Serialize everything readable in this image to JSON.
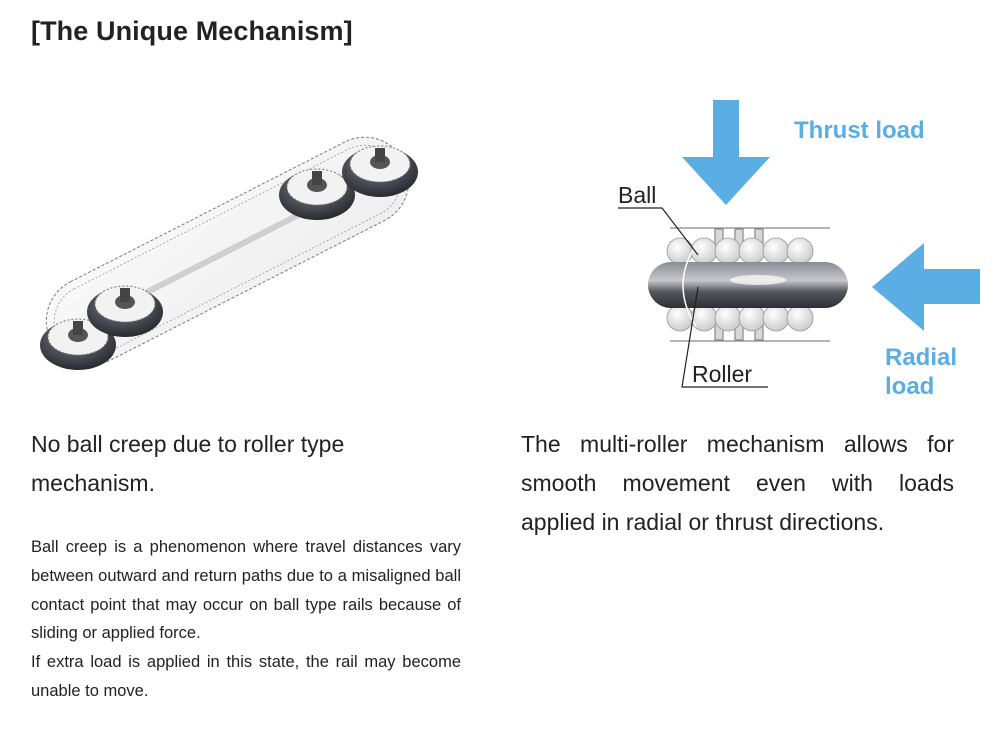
{
  "title": "[The Unique Mechanism]",
  "left": {
    "lead": "No ball creep due to roller type mechanism.",
    "body_paragraphs": [
      "Ball creep is a phenomenon where travel distances vary between outward and return paths due to a misaligned ball contact point that may occur on ball type rails because of sliding or applied force.",
      "If extra load is applied in this state, the rail may become unable to move."
    ]
  },
  "right": {
    "lead": "The multi-roller mechanism allows for smooth movement even with loads applied in radial or thrust directions.",
    "diagram": {
      "thrust_label": "Thrust load",
      "radial_label_line1": "Radial",
      "radial_label_line2": "load",
      "ball_label": "Ball",
      "roller_label": "Roller",
      "arrow_color": "#5aaee3"
    }
  }
}
